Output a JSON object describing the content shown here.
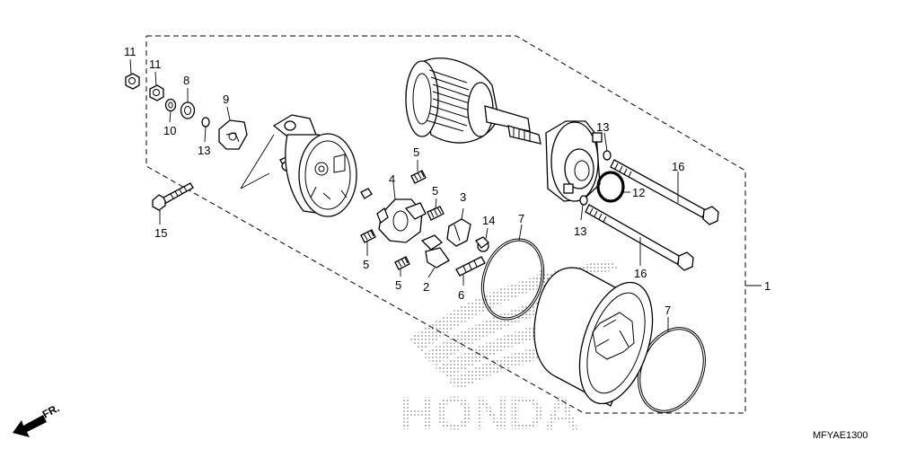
{
  "diagram": {
    "catalog_code": "MFYAE1300",
    "front_indicator": "FR.",
    "watermark_text": "HONDA",
    "colors": {
      "line": "#000000",
      "watermark": "#9a9a9a",
      "background": "#ffffff"
    },
    "callouts": {
      "c1": "1",
      "c2": "2",
      "c3": "3",
      "c4": "4",
      "c5a": "5",
      "c5b": "5",
      "c5c": "5",
      "c5d": "5",
      "c6": "6",
      "c7a": "7",
      "c7b": "7",
      "c8": "8",
      "c9": "9",
      "c10": "10",
      "c11a": "11",
      "c11b": "11",
      "c12": "12",
      "c13a": "13",
      "c13b": "13",
      "c13c": "13",
      "c14": "14",
      "c15": "15",
      "c16a": "16",
      "c16b": "16"
    }
  }
}
